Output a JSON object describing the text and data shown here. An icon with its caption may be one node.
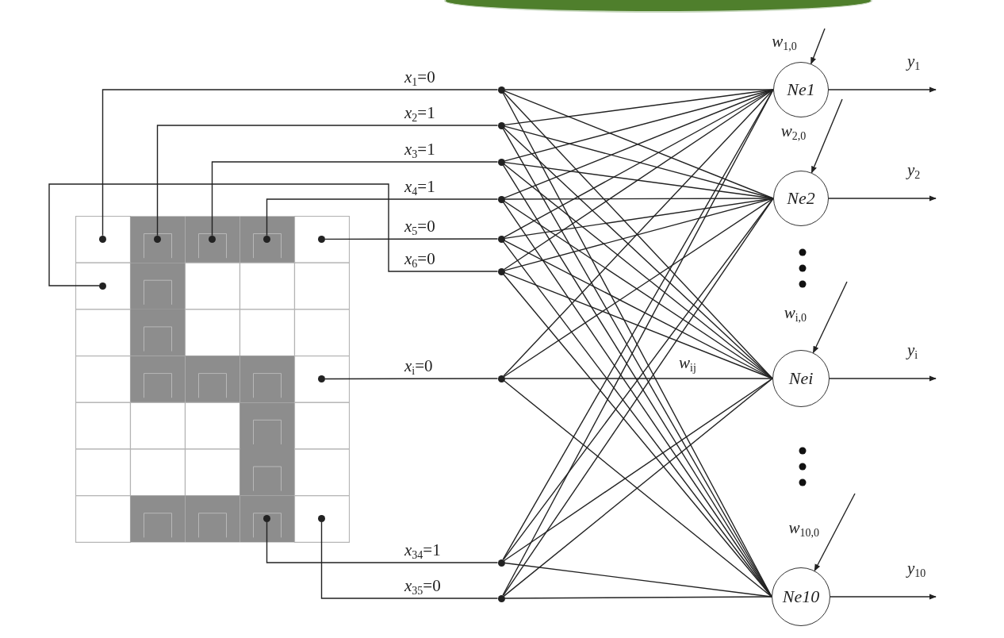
{
  "diagram": {
    "nodes": [
      {
        "text": [],
        "shape": "picture"
      },
      {
        "text": [],
        "shape": "circle",
        "in": 0
      },
      {
        "text": [],
        "shape": "circle",
        "in": 0
      },
      {
        "text": [],
        "shape": "circle",
        "in": 0
      },
      {
        "text": [],
        "shape": "circle",
        "in": 0
      },
      {
        "text": [],
        "shape": "circle",
        "in": 0
      },
      {
        "text": [],
        "shape": "circle",
        "in": 0
      },
      {
        "text": [],
        "shape": "circle",
        "in": 0
      },
      {
        "text": [],
        "shape": "circle",
        "in": 0
      },
      {
        "text": [],
        "shape": "circle",
        "in": 0
      },
      {
        "text": [],
        "shape": "circle"
      },
      {
        "text": [],
        "shape": "circle"
      },
      {
        "text": [],
        "shape": "circle"
      },
      {
        "text": [],
        "shape": "circle"
      },
      {
        "text": [],
        "shape": "circle"
      },
      {
        "text": [],
        "shape": "circle"
      },
      {
        "text": [],
        "shape": "circle"
      },
      {
        "text": [],
        "shape": "circle"
      },
      {
        "text": [],
        "shape": "circle"
      },
      {
        "text": [
          "Ne1"
        ]
      },
      {
        "text": [
          "Ne2"
        ]
      },
      {
        "text": [
          "Nei"
        ]
      },
      {
        "text": [
          "Ne10"
        ]
      },
      {
        "text": [],
        "shape": "ellipse"
      }
    ],
    "edges": [
      {
        "from": 1,
        "to": 10,
        "arrow": "none",
        "label": "*x*$_{1}$=0"
      },
      {
        "from": 2,
        "to": 11,
        "arrow": "none",
        "label": "*x*$_{2}$=1"
      },
      {
        "from": 3,
        "to": 12,
        "arrow": "none",
        "label": "*x*$_{3}$=1"
      },
      {
        "from": 4,
        "to": 13,
        "arrow": "none",
        "label": "*x*$_{4}$=1"
      },
      {
        "from": 5,
        "to": 14,
        "arrow": "none",
        "label": "*x*$_{5}$=0"
      },
      {
        "from": 6,
        "to": 15,
        "arrow": "none",
        "label": "*x*$_{6}$=0"
      },
      {
        "from": 7,
        "to": 16,
        "arrow": "none",
        "label": "*x*$_{i}$=0"
      },
      {
        "from": 8,
        "to": 17,
        "arrow": "none",
        "label": "*x*$_{34}$=1"
      },
      {
        "from": 9,
        "to": 18,
        "arrow": "none",
        "label": "*x*$_{35}$=0"
      },
      {
        "from": 10,
        "to": 19,
        "arrow": "none"
      },
      {
        "from": 10,
        "to": 20,
        "arrow": "none"
      },
      {
        "from": 10,
        "to": 21,
        "arrow": "none"
      },
      {
        "from": 10,
        "to": 22,
        "arrow": "none"
      },
      {
        "from": 11,
        "to": 19,
        "arrow": "none"
      },
      {
        "from": 11,
        "to": 20,
        "arrow": "none"
      },
      {
        "from": 11,
        "to": 21,
        "arrow": "none"
      },
      {
        "from": 11,
        "to": 22,
        "arrow": "none"
      },
      {
        "from": 12,
        "to": 19,
        "arrow": "none"
      },
      {
        "from": 12,
        "to": 20,
        "arrow": "none"
      },
      {
        "from": 12,
        "to": 21,
        "arrow": "none"
      },
      {
        "from": 12,
        "to": 22,
        "arrow": "none"
      },
      {
        "from": 13,
        "to": 19,
        "arrow": "none"
      },
      {
        "from": 13,
        "to": 20,
        "arrow": "none"
      },
      {
        "from": 13,
        "to": 21,
        "arrow": "none"
      },
      {
        "from": 13,
        "to": 22,
        "arrow": "none"
      },
      {
        "from": 14,
        "to": 19,
        "arrow": "none"
      },
      {
        "from": 14,
        "to": 20,
        "arrow": "none"
      },
      {
        "from": 14,
        "to": 21,
        "arrow": "none"
      },
      {
        "from": 14,
        "to": 22,
        "arrow": "none"
      },
      {
        "from": 15,
        "to": 19,
        "arrow": "none"
      },
      {
        "from": 15,
        "to": 20,
        "arrow": "none"
      },
      {
        "from": 15,
        "to": 21,
        "arrow": "none"
      },
      {
        "from": 15,
        "to": 22,
        "arrow": "none"
      },
      {
        "from": 16,
        "to": 19,
        "arrow": "none"
      },
      {
        "from": 16,
        "to": 20,
        "arrow": "none"
      },
      {
        "from": 16,
        "to": 21,
        "arrow": "none",
        "label": "*w*$_{ij}$"
      },
      {
        "from": 16,
        "to": 22,
        "arrow": "none"
      },
      {
        "from": 17,
        "to": 19,
        "arrow": "none"
      },
      {
        "from": 17,
        "to": 20,
        "arrow": "none"
      },
      {
        "from": 17,
        "to": 21,
        "arrow": "none"
      },
      {
        "from": 17,
        "to": 22,
        "arrow": "none"
      },
      {
        "from": 18,
        "to": 19,
        "arrow": "none"
      },
      {
        "from": 18,
        "to": 20,
        "arrow": "none"
      },
      {
        "from": 18,
        "to": 21,
        "arrow": "none"
      },
      {
        "from": 18,
        "to": 22,
        "arrow": "none"
      },
      {
        "from": 19,
        "to": null,
        "arrow": "to",
        "label": "*y*$_{1}$"
      },
      {
        "from": 20,
        "to": null,
        "arrow": "to",
        "label": "*y*$_{2}$"
      },
      {
        "from": 21,
        "to": null,
        "arrow": "to",
        "label": "*y*$_{i}$"
      },
      {
        "from": 22,
        "to": null,
        "arrow": "to",
        "label": "*y*$_{10}$"
      },
      {
        "from": null,
        "to": 19,
        "arrow": "to",
        "label": "*w*$_{1,0}$"
      },
      {
        "from": null,
        "to": 20,
        "arrow": "to",
        "label": "*w*$_{2,0}$"
      },
      {
        "from": null,
        "to": 21,
        "arrow": "to",
        "label": "*w*$_{i,0}$"
      },
      {
        "from": null,
        "to": 22,
        "arrow": "to",
        "label": "*w*$_{10,0}$"
      }
    ]
  }
}
